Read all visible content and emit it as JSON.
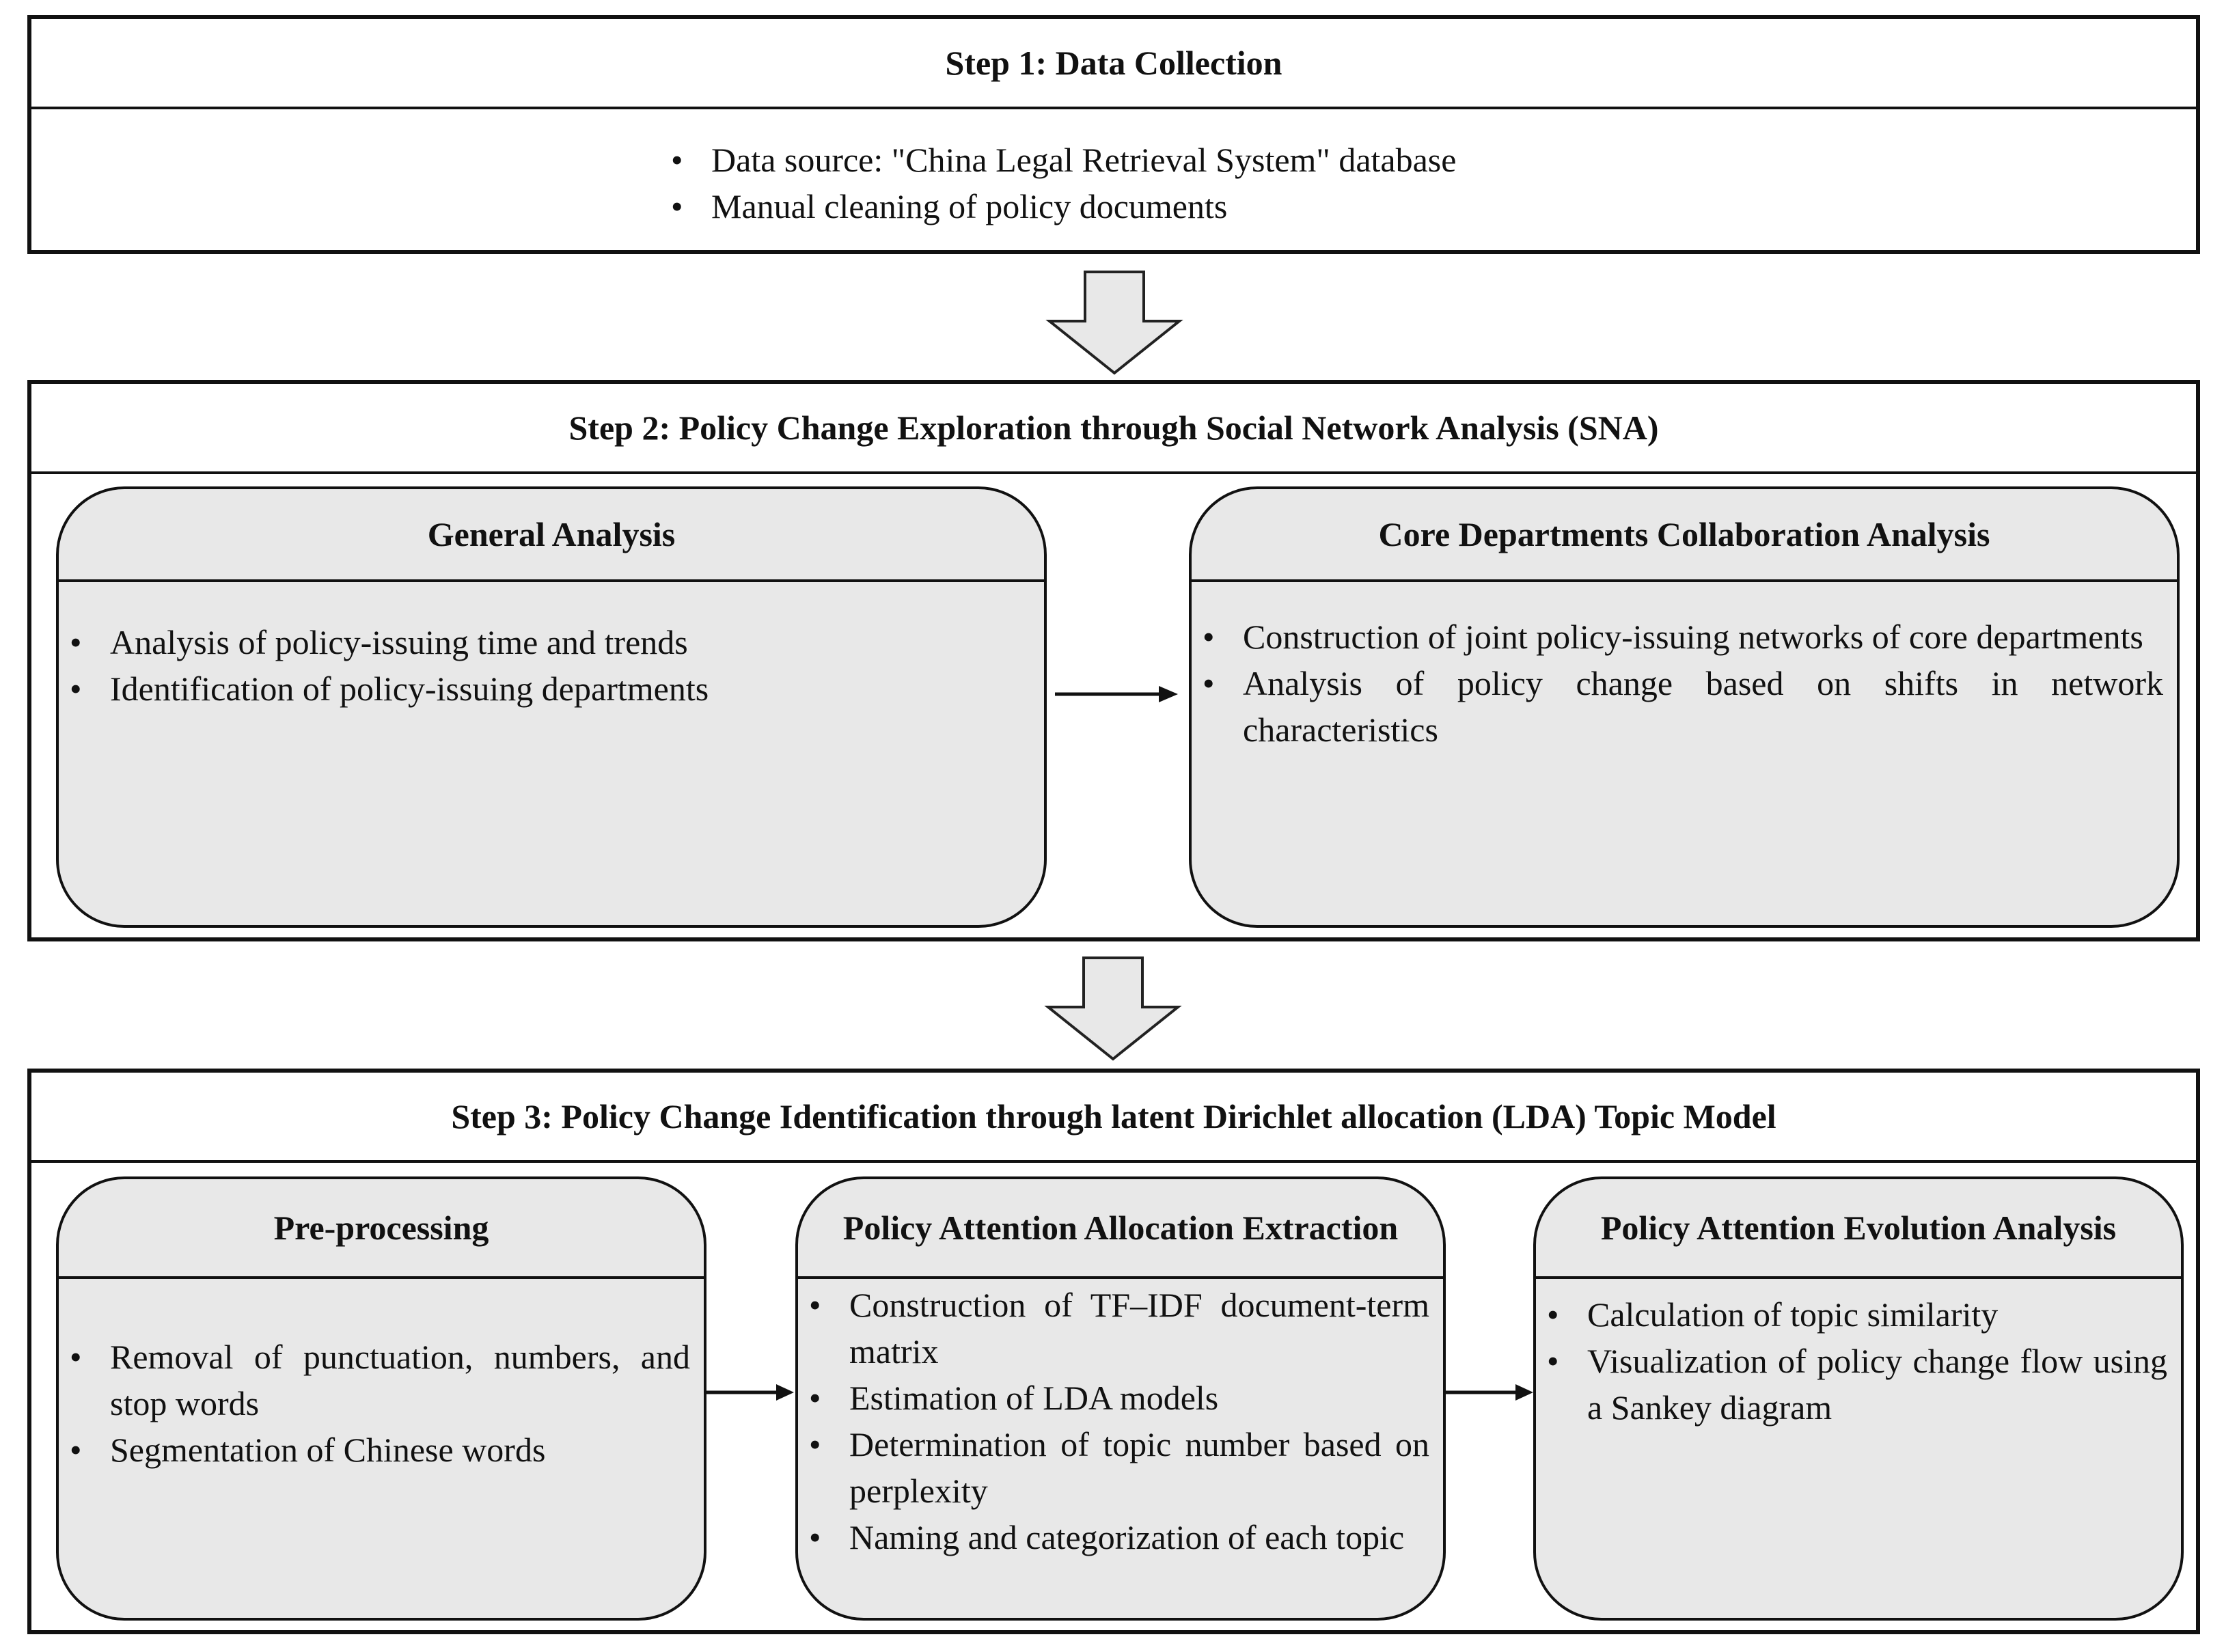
{
  "step1": {
    "title": "Step 1: Data Collection",
    "items": [
      "Data source: \"China Legal Retrieval System\" database",
      "Manual cleaning of policy documents"
    ]
  },
  "step2": {
    "title": "Step 2: Policy Change Exploration through Social Network Analysis (SNA)",
    "general": {
      "title": "General Analysis",
      "items": [
        "Analysis of policy-issuing time and trends",
        "Identification of policy-issuing departments"
      ]
    },
    "core": {
      "title": "Core Departments Collaboration Analysis",
      "items": [
        "Construction of joint policy-issuing networks of core departments",
        "Analysis of policy change based on shifts in network characteristics"
      ]
    }
  },
  "step3": {
    "title": "Step 3: Policy Change Identification through latent Dirichlet allocation (LDA) Topic Model",
    "preprocessing": {
      "title": "Pre-processing",
      "items": [
        "Removal of punctuation, numbers, and stop words",
        "Segmentation of Chinese words"
      ]
    },
    "extraction": {
      "title": "Policy Attention Allocation Extraction",
      "items": [
        "Construction of TF–IDF document-term matrix",
        "Estimation of LDA models",
        "Determination of topic number based on perplexity",
        "Naming and categorization of each topic"
      ]
    },
    "evolution": {
      "title": "Policy Attention Evolution Analysis",
      "items": [
        "Calculation of topic similarity",
        "Visualization of policy change flow using a Sankey diagram"
      ]
    }
  }
}
